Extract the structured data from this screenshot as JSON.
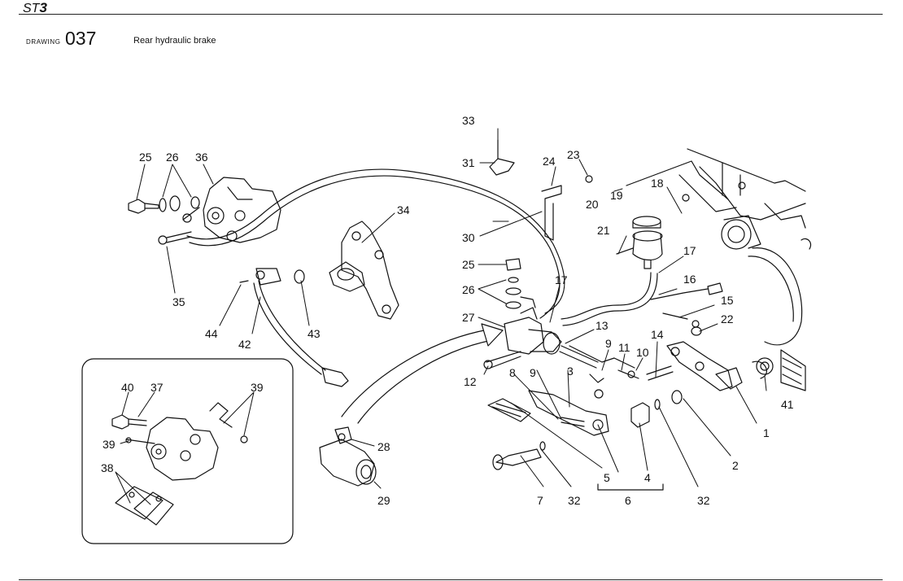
{
  "header": {
    "model": "ST",
    "model_suffix": "3",
    "drawing_label": "DRAWING",
    "drawing_number": "037",
    "title": "Rear hydraulic brake"
  },
  "callouts": {
    "c1": "1",
    "c2": "2",
    "c3": "3",
    "c4": "4",
    "c5": "5",
    "c6": "6",
    "c7": "7",
    "c8": "8",
    "c9a": "9",
    "c9b": "9",
    "c10": "10",
    "c11": "11",
    "c12": "12",
    "c13": "13",
    "c14": "14",
    "c15": "15",
    "c16": "16",
    "c17a": "17",
    "c17b": "17",
    "c18": "18",
    "c19": "19",
    "c20": "20",
    "c21": "21",
    "c22": "22",
    "c23": "23",
    "c24": "24",
    "c25a": "25",
    "c25b": "25",
    "c26a": "26",
    "c26b": "26",
    "c27": "27",
    "c28": "28",
    "c29": "29",
    "c30": "30",
    "c31": "31",
    "c32a": "32",
    "c32b": "32",
    "c33": "33",
    "c34": "34",
    "c35": "35",
    "c36": "36",
    "c37": "37",
    "c38": "38",
    "c39a": "39",
    "c39b": "39",
    "c40": "40",
    "c41": "41",
    "c42": "42",
    "c43": "43",
    "c44": "44"
  }
}
